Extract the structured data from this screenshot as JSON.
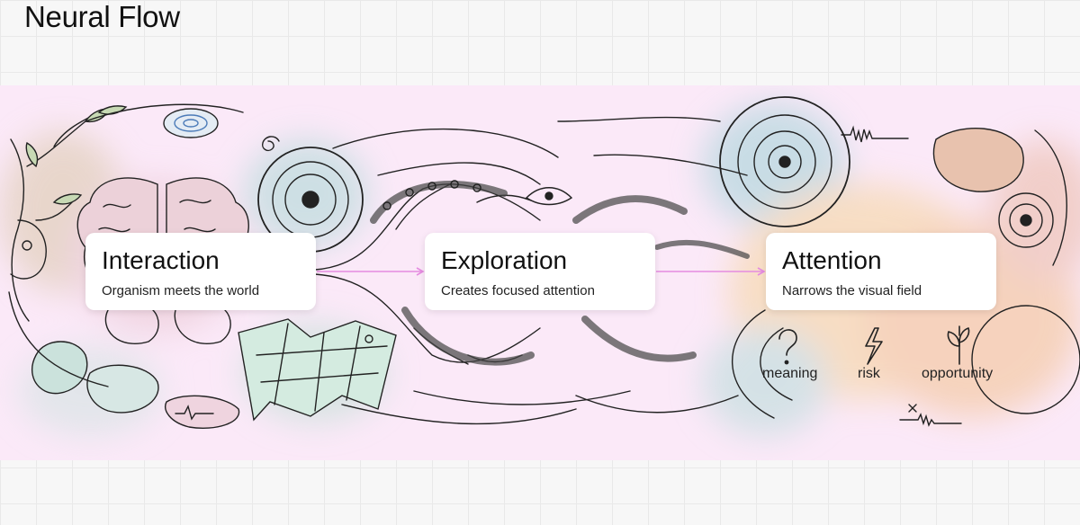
{
  "title": "Neural Flow",
  "stages": [
    {
      "label": "Interaction",
      "caption": "Organism meets the world"
    },
    {
      "label": "Exploration",
      "caption": "Creates focused attention"
    },
    {
      "label": "Attention",
      "caption": "Narrows the visual field"
    }
  ],
  "attention_factors": [
    {
      "label": "meaning",
      "icon": "question-mark-icon"
    },
    {
      "label": "risk",
      "icon": "lightning-bolt-icon"
    },
    {
      "label": "opportunity",
      "icon": "sprout-icon"
    }
  ],
  "colors": {
    "banner": "#fbe9f8",
    "card": "#ffffff",
    "ink": "#222222",
    "connector": "#e58be0"
  }
}
